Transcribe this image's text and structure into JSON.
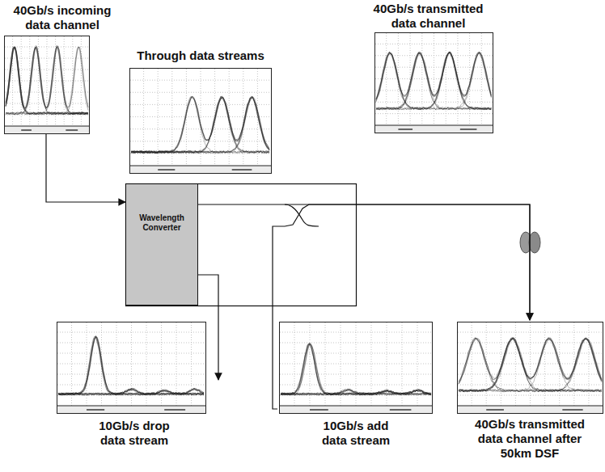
{
  "diagram": {
    "nodes": [
      {
        "text": [
          "40Gb/s incoming data channel"
        ]
      },
      {
        "text": [
          "Through data streams"
        ]
      },
      {
        "text": [
          "40Gb/s transmitted data channel"
        ]
      },
      {
        "text": [
          "Wavelength Converter"
        ]
      },
      {
        "text": [
          "10Gb/s drop data stream"
        ]
      },
      {
        "text": [
          "10Gb/s add data stream"
        ]
      },
      {
        "text": [
          "40Gb/s transmitted data channel after 50km DSF"
        ]
      }
    ],
    "edges": [
      {
        "from": 0,
        "to": 3,
        "arrow": "to"
      },
      {
        "from": 3,
        "to": 4,
        "arrow": "to"
      },
      {
        "from": 3,
        "to": 6,
        "arrow": "to"
      },
      {
        "from": 5,
        "to": 6,
        "arrow": "to"
      }
    ]
  }
}
